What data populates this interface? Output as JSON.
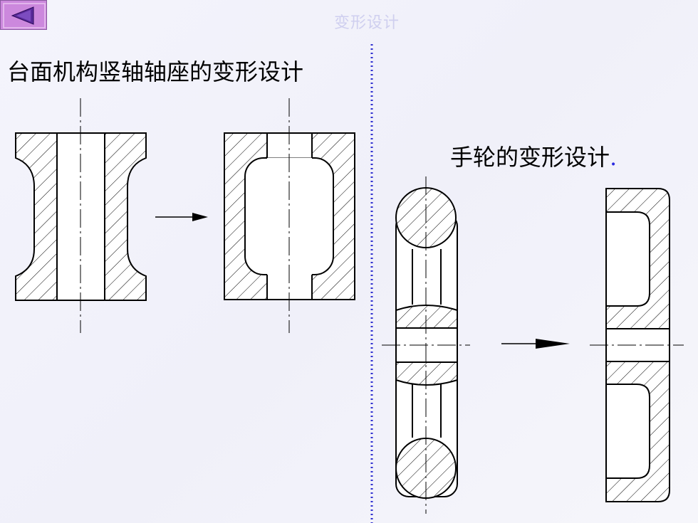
{
  "slide_title": "变形设计",
  "nav": {
    "back_icon": "back-triangle-icon"
  },
  "left_heading": "台面机构竖轴轴座的变形设计",
  "right_heading": "手轮的变形设计",
  "right_heading_dot": ".",
  "colors": {
    "button_fill": "#cc88dd",
    "button_triangle": "#5a2a9a",
    "divider": "#3030d0",
    "title_text": "#cfcfef"
  }
}
